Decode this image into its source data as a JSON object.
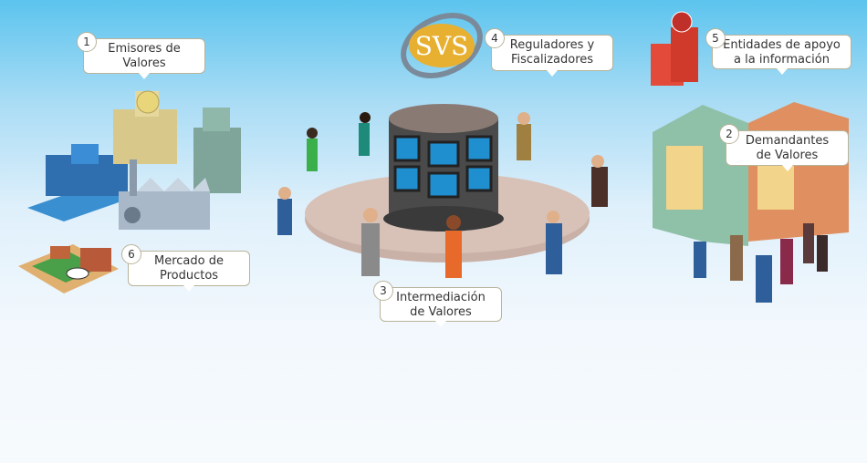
{
  "logo": {
    "text": "SVS"
  },
  "callouts": [
    {
      "number": "1",
      "line1": "Emisores de",
      "line2": "Valores"
    },
    {
      "number": "2",
      "line1": "Demandantes",
      "line2": "de Valores"
    },
    {
      "number": "3",
      "line1": "Intermediación",
      "line2": "de Valores"
    },
    {
      "number": "4",
      "line1": "Reguladores y",
      "line2": "Fiscalizadores"
    },
    {
      "number": "5",
      "line1": "Entidades de apoyo",
      "line2": "a la información"
    },
    {
      "number": "6",
      "line1": "Mercado de",
      "line2": "Productos"
    }
  ]
}
